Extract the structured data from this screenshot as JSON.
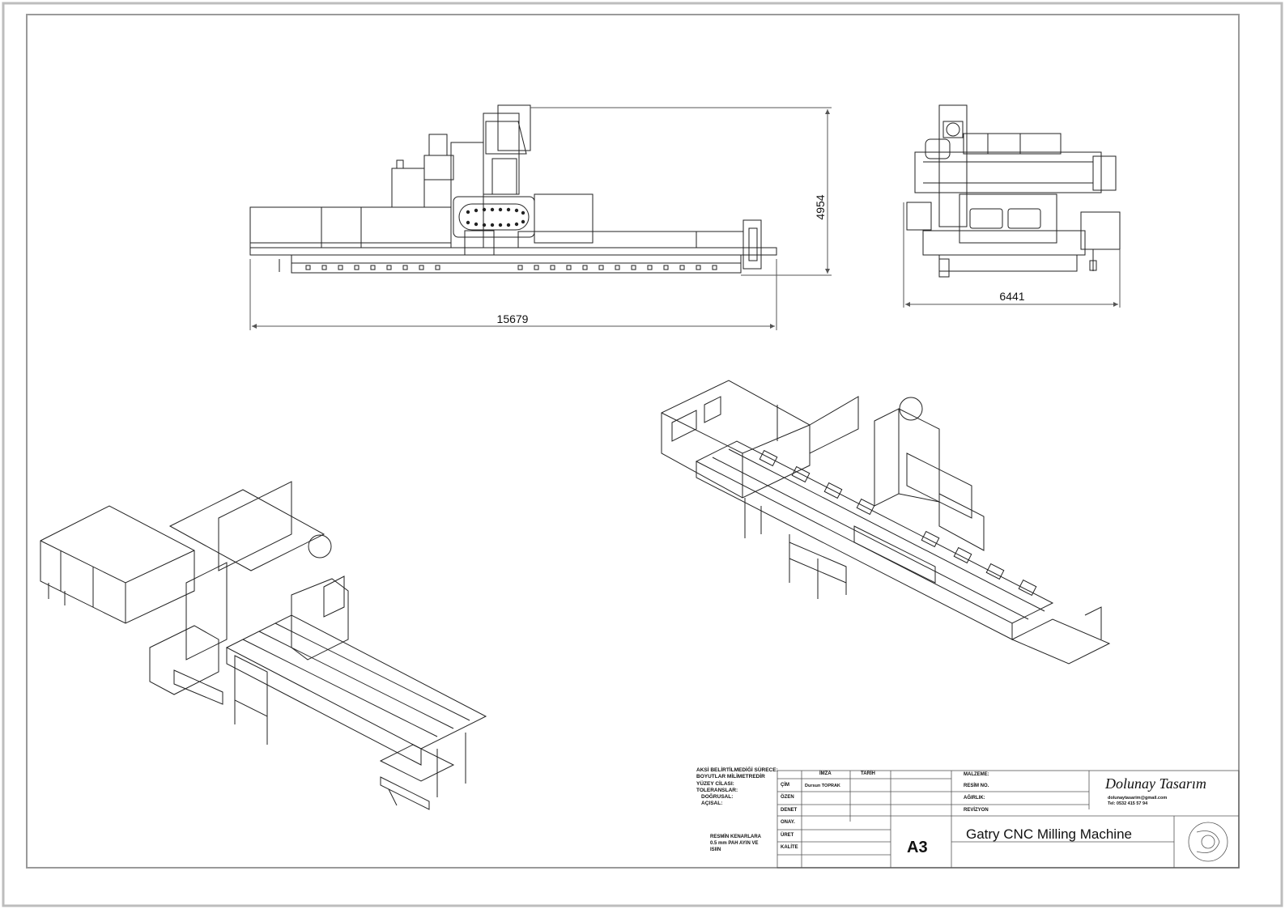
{
  "dimensions": {
    "front_length": "15679",
    "front_height": "4954",
    "side_width": "6441"
  },
  "notes": {
    "line1": "AKSİ BELİRTİLMEDİĞİ SÜRECE:",
    "line2": "BOYUTLAR MİLİMETREDİR",
    "line3": "YÜZEY CİLASI:",
    "line4": "TOLERANSLAR:",
    "line5": "DOĞRUSAL:",
    "line6": "AÇISAL:",
    "edge1": "RESMİN KENARLARA",
    "edge2": "0.5 mm PAH AYIN VE",
    "edge3": "ISIIN"
  },
  "title_block": {
    "col_signature": "İMZA",
    "col_date": "TARİH",
    "row_draw": "ÇİM",
    "drawer_name": "Dursun TOPRAK",
    "row_check": "ÖZEN",
    "row_test": "DENET",
    "row_approve": "ONAY.",
    "row_prod": "ÜRET",
    "row_quality": "KALİTE",
    "material_label": "MALZEME:",
    "drawing_no_label": "RESİM NO.",
    "weight_label": "AĞIRLIK:",
    "revision_label": "REVİZYON",
    "company": "Dolunay Tasarım",
    "email": "dolunaytasarim@gmail.com",
    "phone": "Tel: 0532 415 57 94",
    "sheet_size": "A3",
    "drawing_title": "Gatry CNC Milling Machine"
  }
}
